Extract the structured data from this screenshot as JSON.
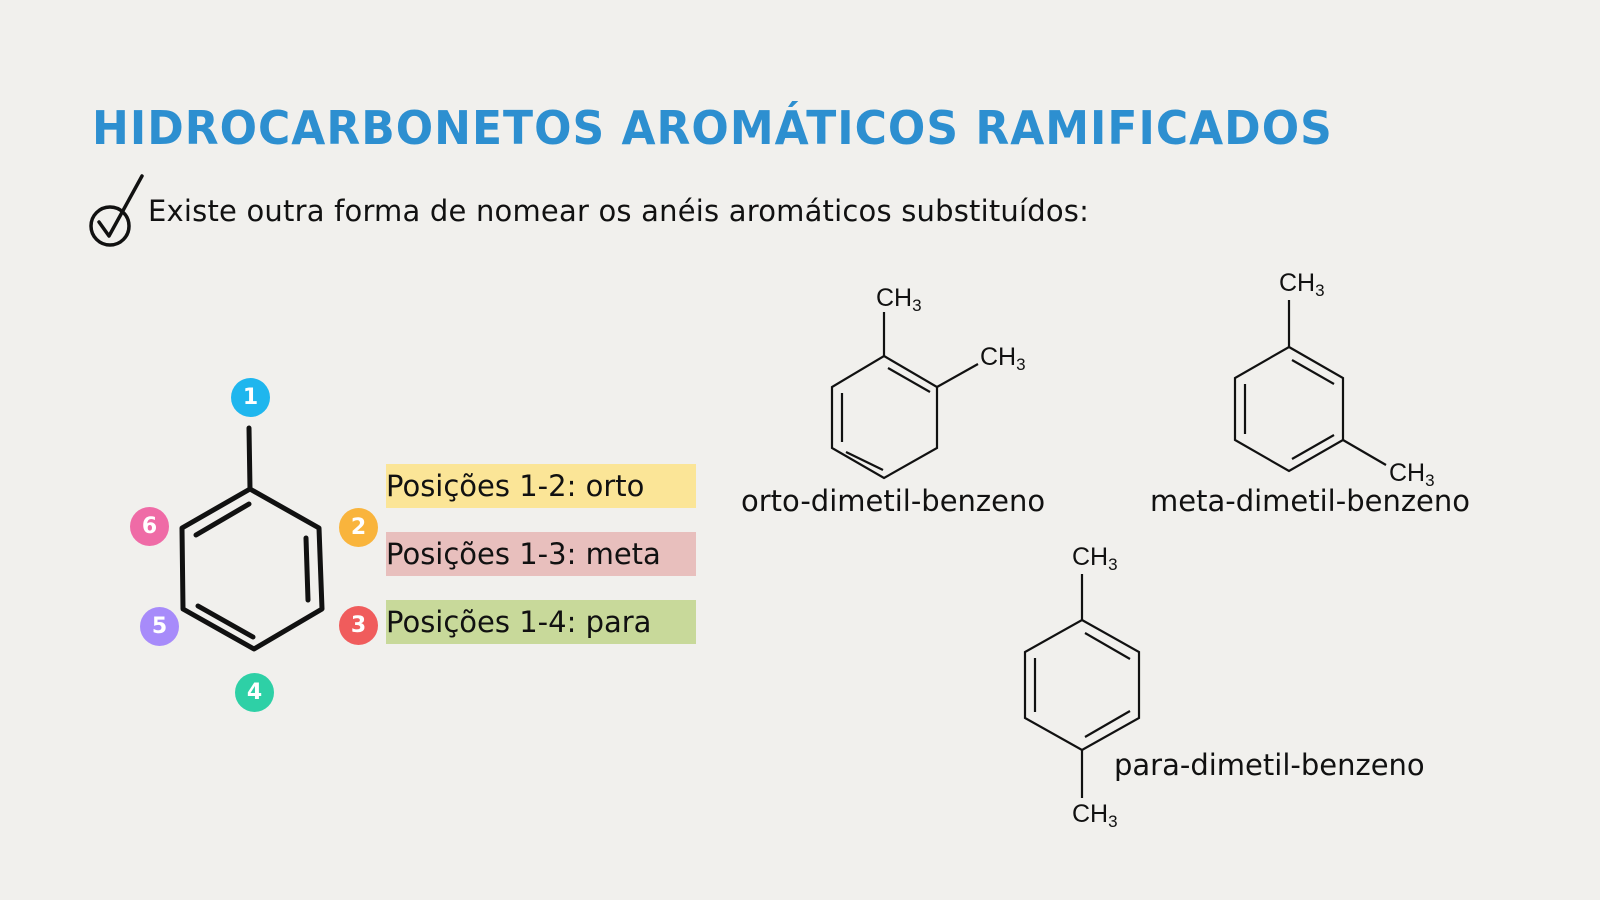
{
  "title": "HIDROCARBONETOS AROMÁTICOS RAMIFICADOS",
  "subtitle": "Existe outra forma de nomear os anéis aromáticos substituídos:",
  "badges": [
    {
      "label": "1",
      "color": "#1fb6ee"
    },
    {
      "label": "2",
      "color": "#f9b43c"
    },
    {
      "label": "3",
      "color": "#f05c5c"
    },
    {
      "label": "4",
      "color": "#2ed0a6"
    },
    {
      "label": "5",
      "color": "#a78bfa"
    },
    {
      "label": "6",
      "color": "#ef6ba6"
    }
  ],
  "positions": [
    {
      "text": "Posições 1-2: orto",
      "color": "#fbe597"
    },
    {
      "text": "Posições 1-3: meta",
      "color": "#e8bfbd"
    },
    {
      "text": "Posições 1-4: para",
      "color": "#c8d99a"
    }
  ],
  "molecules": {
    "orto": "orto-dimetil-benzeno",
    "meta": "meta-dimetil-benzeno",
    "para": "para-dimetil-benzeno"
  },
  "substituent": {
    "main": "CH",
    "sub": "3"
  }
}
